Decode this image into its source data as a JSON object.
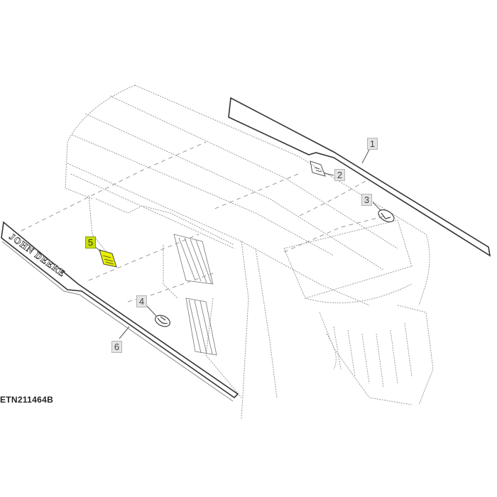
{
  "figure": {
    "id_label": "ETN211464B",
    "description": "Exploded view of tractor hood with decal and emblem locations"
  },
  "decal": {
    "brand_text": "JOHN DEERE"
  },
  "callouts": [
    {
      "number": "1",
      "part": "hood top stripe decal",
      "highlighted": false
    },
    {
      "number": "2",
      "part": "top emblem/badge",
      "highlighted": false
    },
    {
      "number": "3",
      "part": "leaping deer emblem (top right)",
      "highlighted": false
    },
    {
      "number": "4",
      "part": "leaping deer emblem (side)",
      "highlighted": false
    },
    {
      "number": "5",
      "part": "side emblem",
      "highlighted": true
    },
    {
      "number": "6",
      "part": "side JOHN DEERE stripe decal",
      "highlighted": false
    }
  ],
  "colors": {
    "highlight": "#c8e000",
    "callout_bg": "#e4e4e4",
    "line": "#333333",
    "hidden_line": "#888888"
  }
}
